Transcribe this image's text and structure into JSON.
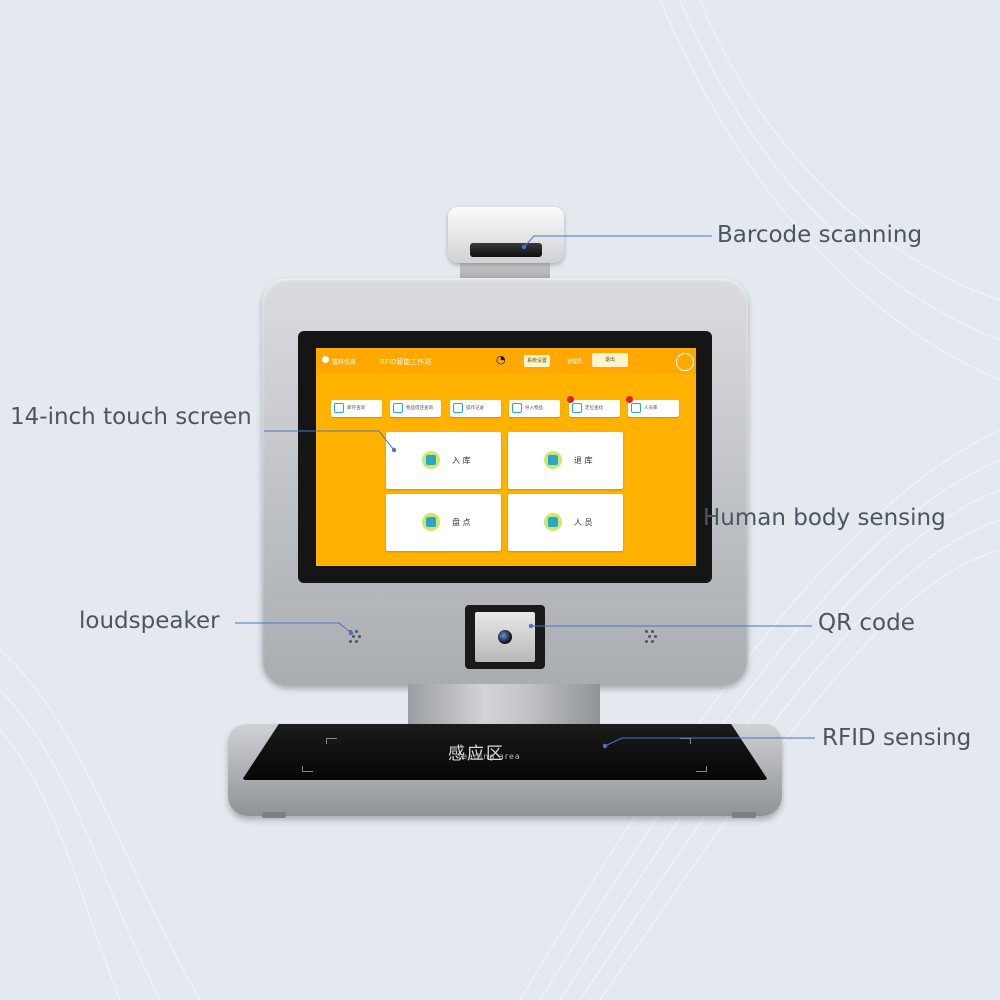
{
  "callouts": {
    "barcode": "Barcode scanning",
    "touch_screen": "14-inch touch screen",
    "human_body": "Human body sensing",
    "loudspeaker": "loudspeaker",
    "qr_code": "QR code",
    "rfid": "RFID sensing"
  },
  "screen": {
    "brand": "富料信息",
    "app_title": "RFID智能工作站",
    "wifi_icon": "wifi-icon",
    "top_button_1": "系统设置",
    "top_text": "管理员",
    "logout": "退出",
    "toolbar": [
      "库存查询",
      "物品借还查询",
      "操作记录",
      "导入物品",
      "定位查找",
      "人员库"
    ],
    "tiles": [
      "入 库",
      "退 库",
      "盘 点",
      "人 员"
    ]
  },
  "base": {
    "reading_cn": "感应区",
    "reading_en": "reading area"
  },
  "colors": {
    "screen_bg": "#ffb300",
    "callout_line": "#4a73c8"
  }
}
